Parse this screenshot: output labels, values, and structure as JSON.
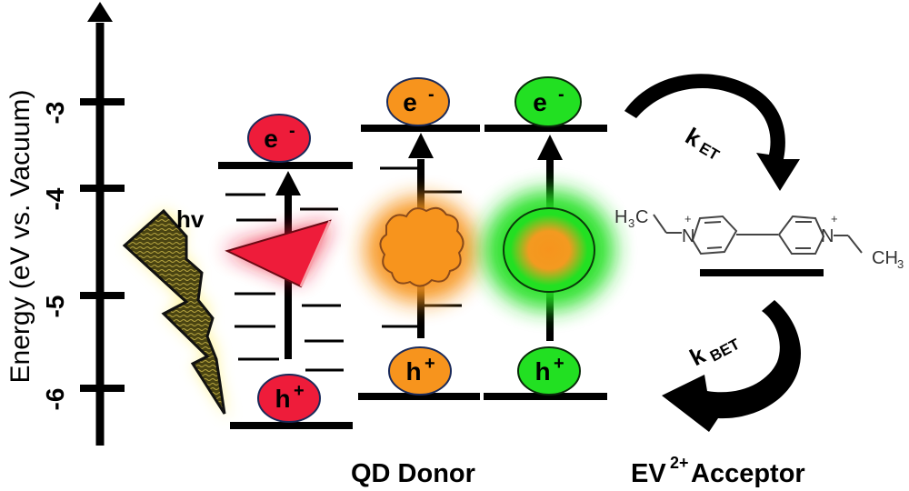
{
  "axis": {
    "label": "Energy (eV vs. Vacuum)",
    "ticks": [
      "-3",
      "-4",
      "-5",
      "-6"
    ]
  },
  "excitation": {
    "label": "hv"
  },
  "particles": {
    "electron": "e",
    "electron_sup": "-",
    "hole": "h",
    "hole_sup": "+"
  },
  "rates": {
    "forward": {
      "k": "k",
      "sub": "ET"
    },
    "back": {
      "k": "k",
      "sub": "BET"
    }
  },
  "acceptor_molecule": {
    "left_group": "H",
    "left_sub": "3",
    "left_tail": "C",
    "right_group": "CH",
    "right_sub": "3",
    "n_label": "N",
    "charge": "+"
  },
  "labels": {
    "donor": "QD Donor",
    "acceptor_main": "EV",
    "acceptor_sup": "2+",
    "acceptor_tail": " Acceptor"
  },
  "colors": {
    "qd_red": "#ee1c3a",
    "qd_orange": "#f7941d",
    "qd_green": "#22e022",
    "glow_yellow": "#fff59a",
    "bolt": "#5a5218"
  }
}
